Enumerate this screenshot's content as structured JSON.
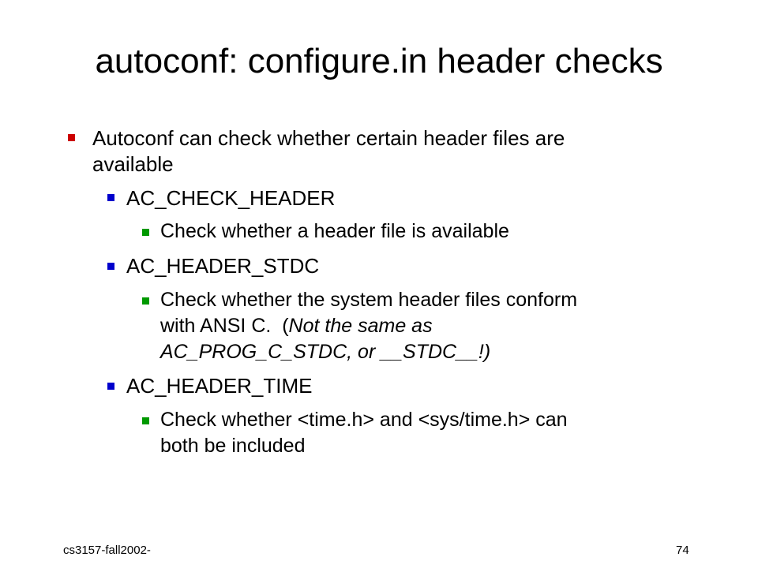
{
  "slide": {
    "title": "autoconf: configure.in header checks",
    "bullet1": {
      "line1": "Autoconf can check whether certain header files are",
      "line2": "available"
    },
    "item_check_header": {
      "label": "AC_CHECK_HEADER",
      "desc": "Check whether a header file is available"
    },
    "item_header_stdc": {
      "label": "AC_HEADER_STDC",
      "desc_line1": "Check whether the system header files conform",
      "desc_line2_plain": "with ANSI C.  (",
      "desc_line2_italic": "Not the same as",
      "desc_line3_italic": "AC_PROG_C_STDC, or __STDC__!)"
    },
    "item_header_time": {
      "label": "AC_HEADER_TIME",
      "desc_line1": "Check whether <time.h> and <sys/time.h> can",
      "desc_line2": "both be included"
    }
  },
  "footer": {
    "course": "cs3157-fall2002-",
    "page_number": "74"
  },
  "colors": {
    "level1_bullet": "#cc0000",
    "level2_bullet": "#0000cc",
    "level3_bullet": "#009900"
  }
}
